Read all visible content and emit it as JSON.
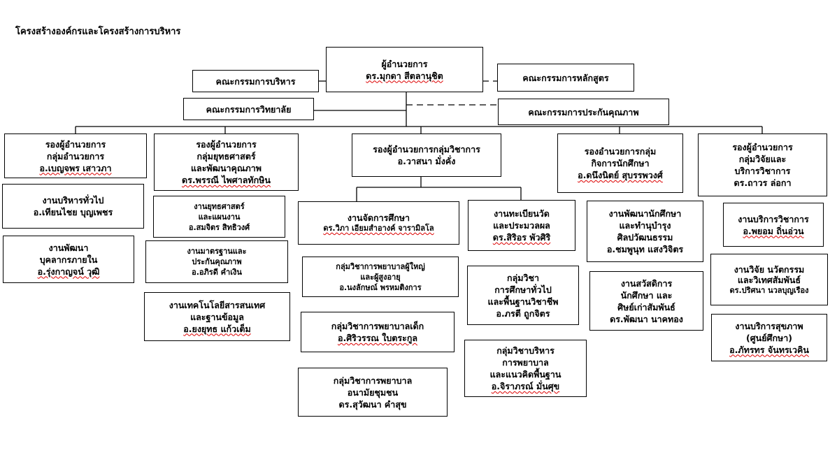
{
  "title": "โครงสร้างองค์กรและโครงสร้างการบริหาร",
  "director": {
    "role": "ผู้อำนวยการ",
    "name": "ดร.มุกดา  สีตลานุชิต"
  },
  "committees": {
    "admin": "คณะกรรมการบริหาร",
    "curriculum": "คณะกรรมการหลักสูตร",
    "college": "คณะกรรมการวิทยาลัย",
    "quality": "คณะกรรมการประกันคุณภาพ"
  },
  "deputies": {
    "director_group": {
      "l1": "รองผู้อำนวยการ",
      "l2": "กลุ่มอำนวยการ",
      "l3": "อ.เบญจพร  เสาวภา"
    },
    "strategy": {
      "l1": "รองผู้อำนวยการ",
      "l2": "กลุ่มยุทธศาสตร์",
      "l3": "และพัฒนาคุณภาพ",
      "l4": "ดร.พรรณี ไพศาลทักษิน"
    },
    "academic": {
      "l1": "รองผู้อำนวยการกลุ่มวิชาการ",
      "l2": "อ.วาสนา    มั่งคั่ง"
    },
    "student": {
      "l1": "รองอำนวยการกลุ่ม",
      "l2": "กิจการนักศึกษา",
      "l3": "อ.ดนึงนิตย์  สุบรรพวงศ์"
    },
    "research": {
      "l1": "รองผู้อำนวยการ",
      "l2": "กลุ่มวิจัยและ",
      "l3": "บริการวิชาการ",
      "l4": "ดร.ถาวร  ล่อกา"
    }
  },
  "units": {
    "general": {
      "l1": "งานบริหารทั่วไป",
      "l2": "อ.เทียนไชย  บุญเพชร"
    },
    "hrd": {
      "l1": "งานพัฒนา",
      "l2": "บุคลากรภายใน",
      "l3": "อ.รุ่งกาญจน์  วุฒิ"
    },
    "plan": {
      "l1": "งานยุทธศาสตร์",
      "l2": "และแผนงาน",
      "l3": "อ.สมจิตร  สิทธิวงศ์"
    },
    "qa": {
      "l1": "งานมาตรฐานและ",
      "l2": "ประกันคุณภาพ",
      "l3": "อ.อภิรดี  คำเงิน"
    },
    "it": {
      "l1": "งานเทคโนโลยีสารสนเทศ",
      "l2": "และฐานข้อมูล",
      "l3": "อ.ยงยุทธ  แก้วเต็ม"
    },
    "edu_mgmt": {
      "l1": "งานจัดการศึกษา",
      "l2": "ดร.วิภา  เอียมสำอางค์  จารามิลโล"
    },
    "registry": {
      "l1": "งานทะเบียนวัด",
      "l2": "และประมวลผล",
      "l3": "ดร.สิริอร  พัวศิริ"
    },
    "adult_nursing": {
      "l1": "กลุ่มวิชาการพยาบาลผู้ใหญ่",
      "l2": "และผู้สูงอายุ",
      "l3": "อ.นงลักษณ์  พรหมติงการ"
    },
    "gen_ed": {
      "l1": "กลุ่มวิชา",
      "l2": "การศึกษาทั่วไป",
      "l3": "และพื้นฐานวิชาชีพ",
      "l4": "อ.ภรตี  ถูกจิตร"
    },
    "child_nursing": {
      "l1": "กลุ่มวิชาการพยาบาลเด็ก",
      "l2": "อ.ศิริวรรณ  ใบตระกูล"
    },
    "nursing_admin": {
      "l1": "กลุ่มวิชาบริหาร",
      "l2": "การพยาบาล",
      "l3": "และแนวคิดพื้นฐาน",
      "l4": "อ.จิราภรณ์  มั่นศุข"
    },
    "community_nursing": {
      "l1": "กลุ่มวิชาการพยาบาล",
      "l2": "อนามัยชุมชน",
      "l3": "ดร.สุวัฒนา  คำสุข"
    },
    "student_dev": {
      "l1": "งานพัฒนานักศึกษา",
      "l2": "และทำนุบำรุง",
      "l3": "ศิลปวัฒนธรรม",
      "l4": "อ.ชมพูนุท  แสงวิจิตร"
    },
    "welfare": {
      "l1": "งานสวัสดิการ",
      "l2": "นักศึกษา และ",
      "l3": "ศิษย์เก่าสัมพันธ์",
      "l4": "ดร.พัฒนา  นาคทอง"
    },
    "academic_service": {
      "l1": "งานบริการวิชาการ",
      "l2": "อ.พยอม  ถิ่นอ่วน"
    },
    "research_unit": {
      "l1": "งานวิจัย นวัตกรรม",
      "l2": "และวิเทศสัมพันธ์",
      "l3": "ดร.ปริศนา  นวลบุญเรือง"
    },
    "health_service": {
      "l1": "งานบริการสุขภาพ",
      "l2": "(ศูนย์ศึกษา)",
      "l3": "อ.ภัทรทร  จันทรเวคิน"
    }
  }
}
